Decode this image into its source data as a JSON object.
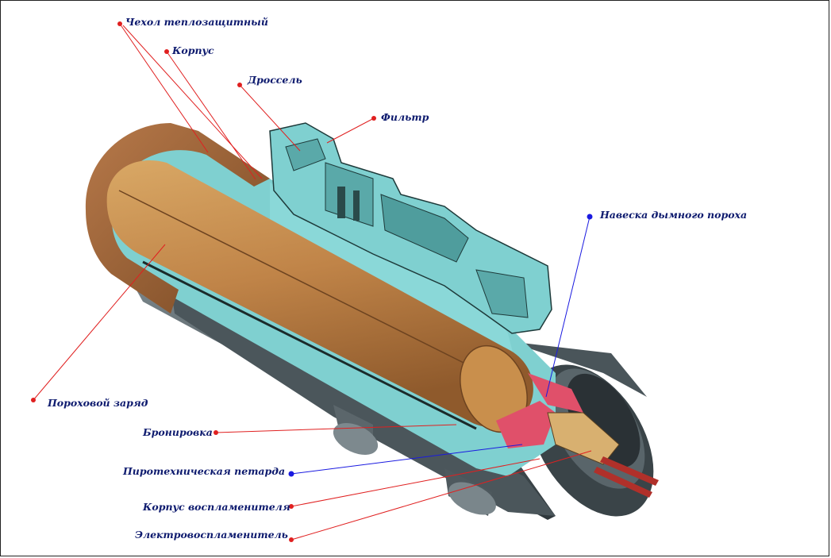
{
  "labels": {
    "heat_cover": "Чехол теплозащитный",
    "body": "Корпус",
    "throttle": "Дроссель",
    "filter": "Фильтр",
    "black_powder": "Навеска дымного пороха",
    "powder_charge": "Пороховой заряд",
    "armoring": "Бронировка",
    "squib": "Пиротехническая петарда",
    "igniter_body": "Корпус воспламенителя",
    "electric_igniter": "Электровоспламенитель"
  },
  "colors": {
    "label_text": "#0d1a6e",
    "leader_red": "#e02020",
    "leader_blue": "#1a1ae0",
    "charge": "#c7904e",
    "cover": "#a8693a",
    "body_teal": "#7fd0d0",
    "steel": "#6e7a80",
    "powder_red": "#e0506a",
    "igniter_tan": "#d8b070"
  }
}
